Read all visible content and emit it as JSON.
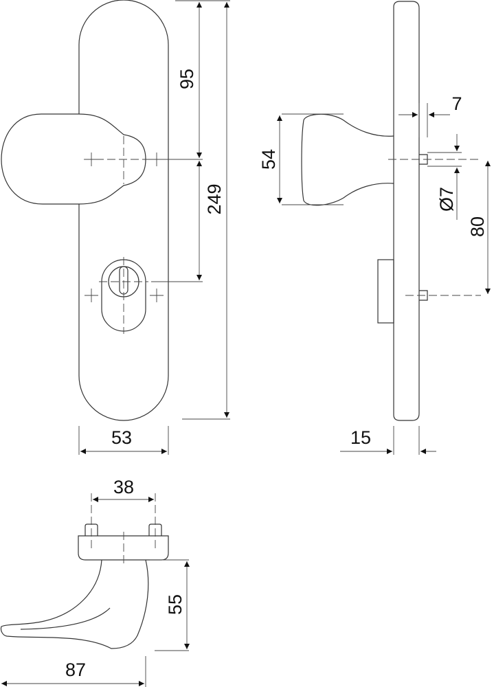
{
  "drawing": {
    "front_view": {
      "dim_top_to_knob": "95",
      "dim_total_height": "249",
      "dim_plate_width": "53"
    },
    "side_view": {
      "dim_knob_height": "54",
      "dim_pin_offset": "7",
      "dim_pin_diameter": "Ø7",
      "dim_pin_spacing": "80",
      "dim_plate_thickness": "15"
    },
    "lever_view": {
      "dim_pin_distance": "38",
      "dim_lever_projection": "55",
      "dim_lever_length": "87"
    }
  }
}
